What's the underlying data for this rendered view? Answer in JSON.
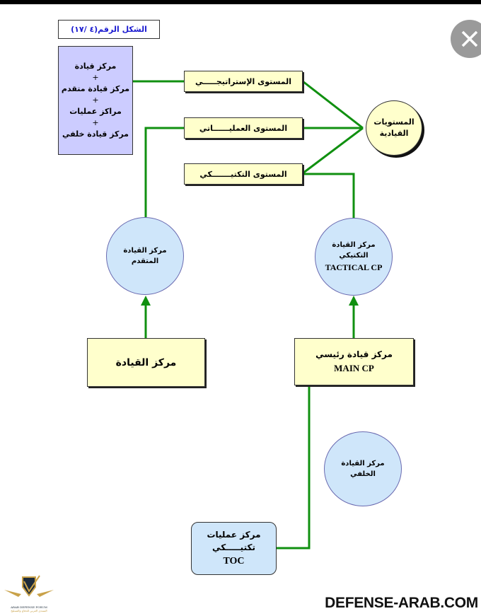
{
  "figure_label": "الشكل الرقم(٤ /١٧)",
  "combo_box": {
    "lines": [
      "مركز قيادة",
      "+",
      "مركز قيادة متقدم",
      "+",
      "مراكز عمليات",
      "+",
      "مركز قيادة خلفي"
    ]
  },
  "levels": {
    "strategic": "المستوى الإستراتيجـــــي",
    "operational": "المستوى العمليــــــاتي",
    "tactical": "المستوى التكتيـــــــكي"
  },
  "levels_circle": [
    "المستويات",
    "القيادية"
  ],
  "forward_cp": [
    "مركز القيادة",
    "المتقدم"
  ],
  "tactical_cp": [
    "مركز القيادة",
    "التكتيكي",
    "TACTICAL CP"
  ],
  "main_hq": "مركز القيادة",
  "main_cp": [
    "مركز قيادة رئيسي",
    "MAIN CP"
  ],
  "rear_cp": [
    "مركز القيادة",
    "الخلفي"
  ],
  "toc": [
    "مركز عمليات",
    "تكتيـــــكي",
    "TOC"
  ],
  "watermark": {
    "site": "DEFENSE-ARAB.COM",
    "logo_text": "ARAB DEFENSE FORUM",
    "logo_sub": "المنتدى العربي للدفاع والتسليح"
  },
  "colors": {
    "line": "#109010",
    "yellow": "#ffffcc",
    "purple": "#ccccff",
    "blue": "#cfe6fa"
  }
}
